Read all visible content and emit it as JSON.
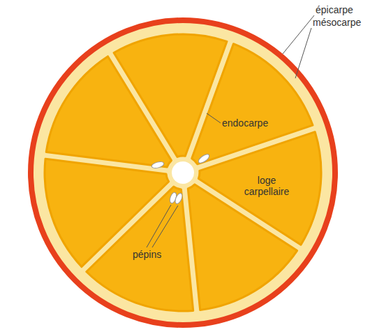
{
  "diagram": {
    "labels": [
      "épicarpe",
      "mésocarpe",
      "endocarpe",
      "loge carpellaire",
      "pépins"
    ]
  }
}
